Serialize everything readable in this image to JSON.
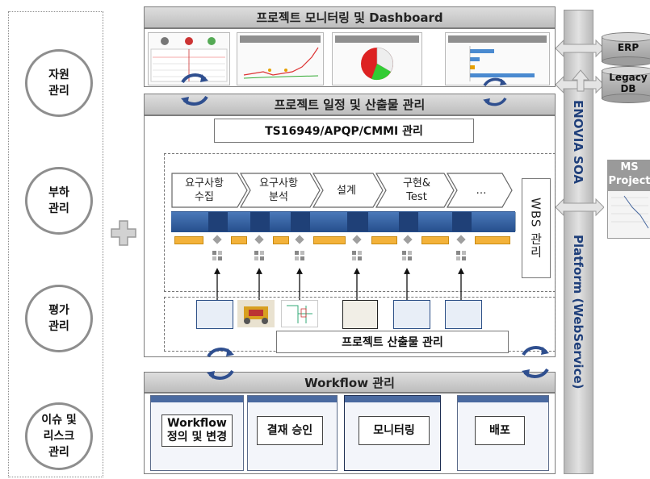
{
  "left_categories": [
    "자원\n관리",
    "부하\n관리",
    "평가\n관리",
    "이슈 및\n리스크\n관리"
  ],
  "top_section": {
    "title": "프로젝트 모니터링 및 Dashboard"
  },
  "middle_section": {
    "title": "프로젝트 일정 및 산출물 관리",
    "standards_box": "TS16949/APQP/CMMI 관리",
    "phases": [
      "요구사항\n수집",
      "요구사항\n분석",
      "설계",
      "구현&\nTest",
      "…"
    ],
    "wbs_label": "WBS 관리",
    "artifacts_label": "프로젝트 산출물 관리"
  },
  "workflow_section": {
    "title": "Workflow 관리",
    "items": [
      "Workflow\n정의 및 변경",
      "결재 승인",
      "모니터링",
      "배포"
    ]
  },
  "right_bar": {
    "upper_text": "ENOVIA SOA",
    "lower_text": "Platform (WebService)"
  },
  "external_systems": {
    "erp": "ERP",
    "legacy": "Legacy\nDB",
    "ms_project": "MS\nProject"
  },
  "colors": {
    "border_gray": "#7d7d7d",
    "timeline_blue": "#27508e",
    "cycle_blue": "#2f4f8f",
    "tag_orange": "#f3b23a",
    "vertical_text_blue": "#1f3f7a"
  }
}
